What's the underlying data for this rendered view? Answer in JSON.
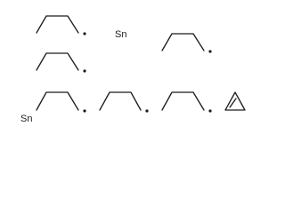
{
  "figure": {
    "atom_labels": {
      "tin_upper": "Sn",
      "tin_lower": "Sn"
    },
    "fragments": [
      "butyl-radical-1",
      "butyl-radical-2",
      "butyl-radical-3",
      "butyl-radical-4",
      "butyl-radical-5",
      "butyl-radical-6",
      "cyclopropene"
    ],
    "line_color": "#1a1a1a",
    "background": "#ffffff"
  }
}
